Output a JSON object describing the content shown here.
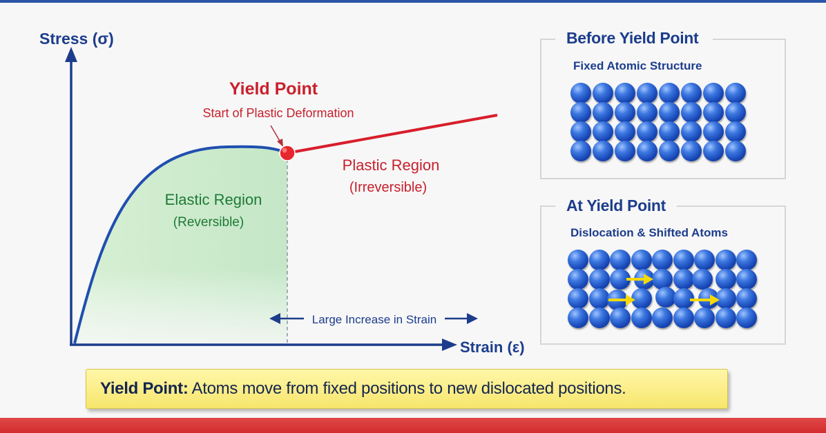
{
  "chart": {
    "y_axis_label": "Stress (σ)",
    "x_axis_label": "Strain (ε)",
    "yield_title": "Yield Point",
    "yield_subtitle": "Start of Plastic Deformation",
    "elastic_label": "Elastic Region",
    "elastic_sub": "(Reversible)",
    "plastic_label": "Plastic Region",
    "plastic_sub": "(Irreversible)",
    "strain_arrow_label": "Large Increase in Strain"
  },
  "panels": {
    "before": {
      "title": "Before Yield Point",
      "subtitle": "Fixed Atomic Structure"
    },
    "at": {
      "title": "At Yield Point",
      "subtitle": "Dislocation & Shifted Atoms"
    }
  },
  "callout": {
    "bold": "Yield Point:",
    "text": " Atoms move from fixed positions to new dislocated positions."
  },
  "colors": {
    "axis": "#1c3d8c",
    "elastic_curve": "#1f4fb0",
    "plastic_line": "#d81e2b",
    "elastic_text": "#1e7a36",
    "plastic_text": "#c8202c",
    "callout_bg": "#f7e56c"
  },
  "icons": {
    "shift_arrow": "yellow-right-arrow-icon",
    "yield_marker": "red-dot-icon"
  }
}
